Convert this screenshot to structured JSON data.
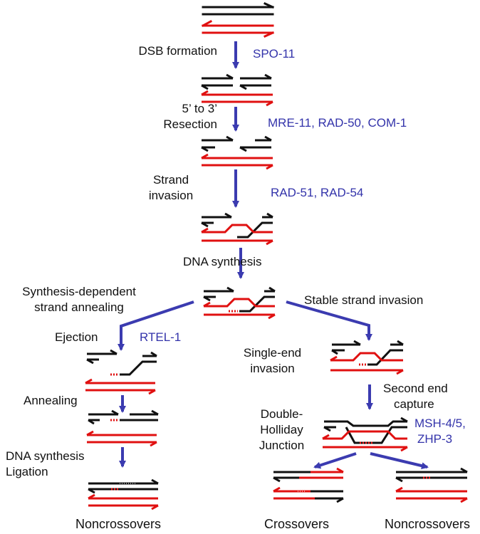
{
  "steps": {
    "dsb": "DSB formation",
    "resection_1": "5’ to 3’",
    "resection_2": "Resection",
    "invasion_1": "Strand",
    "invasion_2": "invasion",
    "synthesis": "DNA synthesis",
    "sdsa_1": "Synthesis-dependent",
    "sdsa_2": "strand annealing",
    "stable": "Stable strand invasion",
    "ejection": "Ejection",
    "single_end_1": "Single-end",
    "single_end_2": "invasion",
    "annealing": "Annealing",
    "second_end_1": "Second end",
    "second_end_2": "capture",
    "dhj_1": "Double-",
    "dhj_2": "Holliday",
    "dhj_3": "Junction",
    "ligation_1": "DNA synthesis",
    "ligation_2": "Ligation"
  },
  "proteins": {
    "spo11": "SPO-11",
    "mre11": "MRE-11, RAD-50, COM-1",
    "rad51": "RAD-51, RAD-54",
    "rtel1": "RTEL-1",
    "msh45": "MSH-4/5,",
    "zhp3": "ZHP-3"
  },
  "outcomes": {
    "noncross_left": "Noncrossovers",
    "crossovers": "Crossovers",
    "noncross_right": "Noncrossovers"
  },
  "colors": {
    "black_strand": "#111111",
    "red_strand": "#e01010",
    "arrow": "#3b3bb0",
    "protein_text": "#3333aa"
  }
}
